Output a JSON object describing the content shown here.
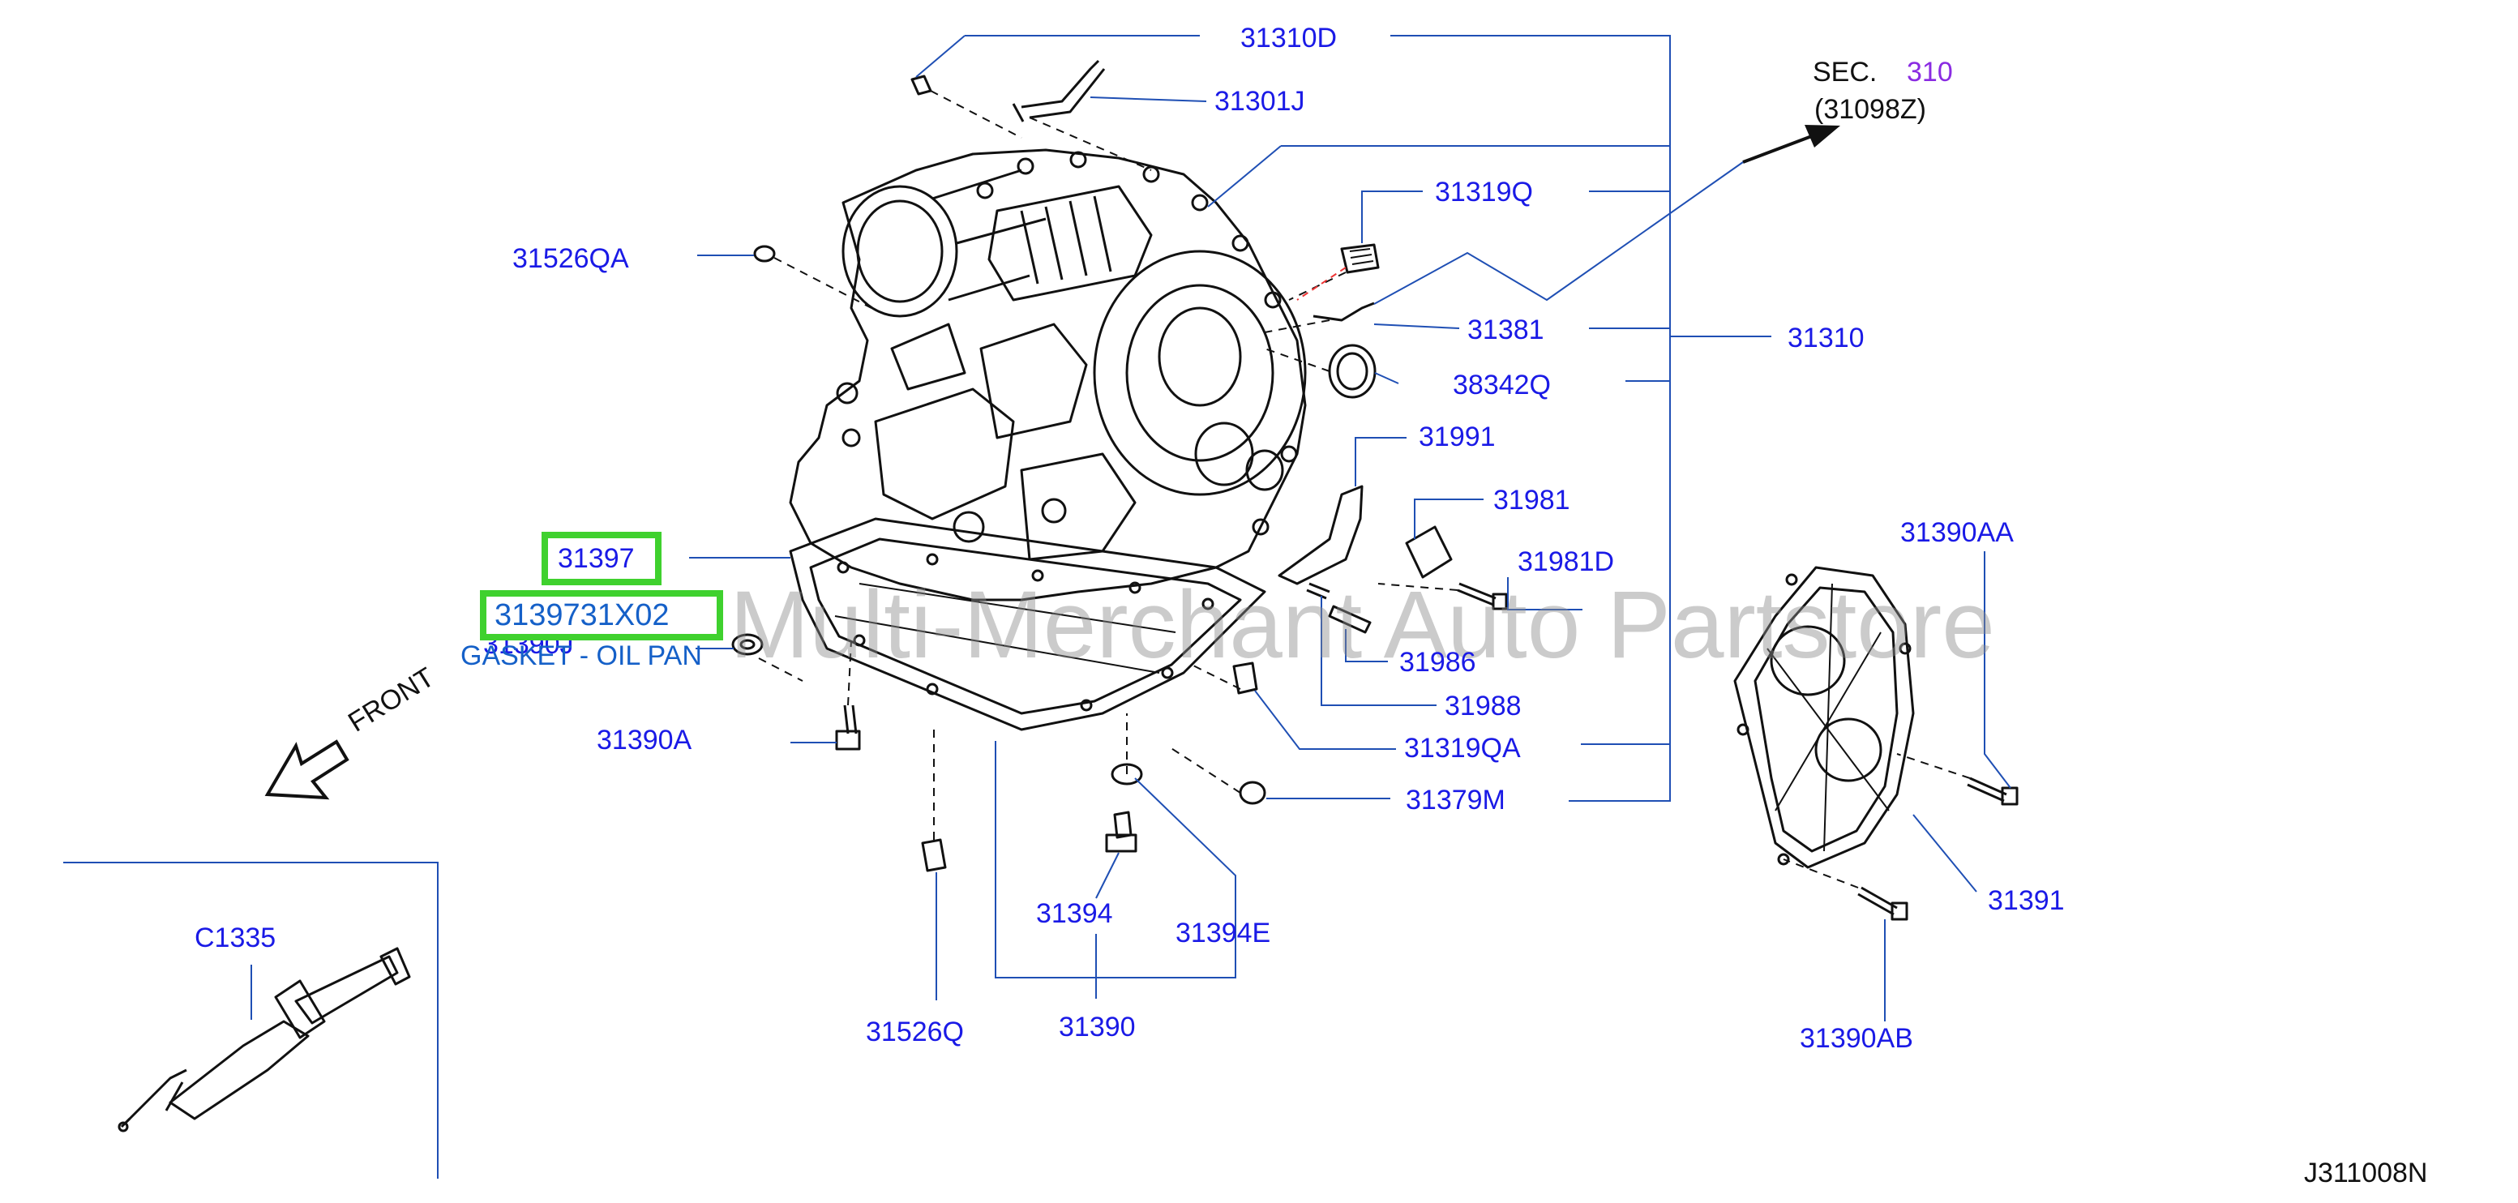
{
  "watermark": "Multi-Merchant Auto Partstore",
  "diagram_code": "J311008N",
  "sec_ref": {
    "prefix": "SEC.",
    "number": "310",
    "part": "(31098Z)"
  },
  "front_label": "FRONT",
  "highlight": {
    "part": "31397",
    "replacement": "3139731X02",
    "description": "GASKET - OIL PAN"
  },
  "labels": {
    "p31310D": "31310D",
    "p31301J": "31301J",
    "p31319Q": "31319Q",
    "p31526QA": "31526QA",
    "p31381": "31381",
    "p31310": "31310",
    "p38342Q": "38342Q",
    "p31991": "31991",
    "p31981": "31981",
    "p31981D": "31981D",
    "p31390AA": "31390AA",
    "p31390J": "31390J",
    "p31986": "31986",
    "p31988": "31988",
    "p31390A": "31390A",
    "p31319QA": "31319QA",
    "p31379M": "31379M",
    "p31391": "31391",
    "pC1335": "C1335",
    "p31394": "31394",
    "p31394E": "31394E",
    "p31526Q": "31526Q",
    "p31390": "31390",
    "p31390AB": "31390AB"
  },
  "colors": {
    "label": "#1a1ae6",
    "leader": "#1f4fb4",
    "highlight_border": "#3fd12e",
    "sec_number": "#8a2be2",
    "drawing": "#111111"
  }
}
